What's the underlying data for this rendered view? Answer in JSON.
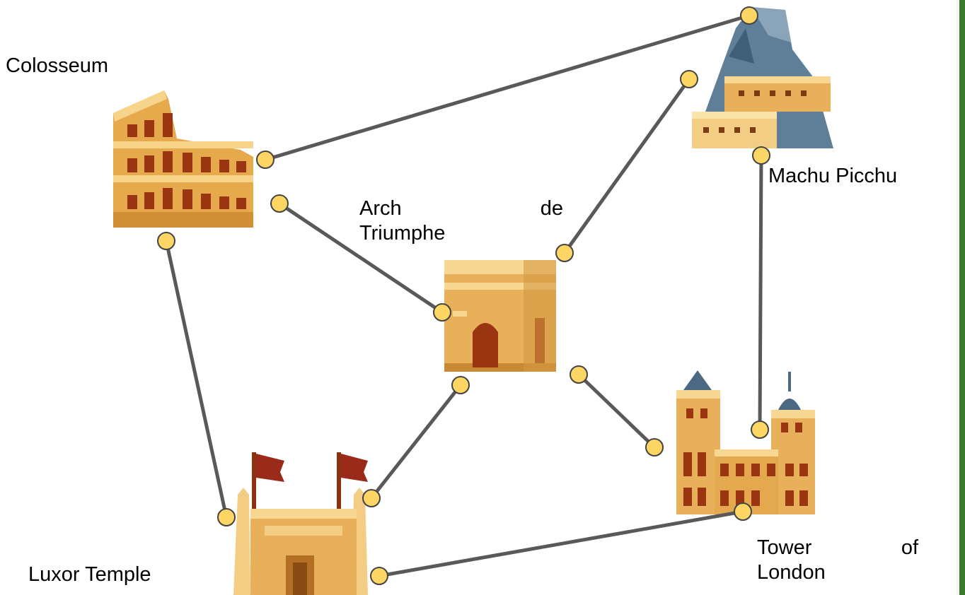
{
  "landmarks": {
    "colosseum": {
      "label": "Colosseum"
    },
    "machu_picchu": {
      "label": "Machu Picchu"
    },
    "arch": {
      "label_line1_a": "Arch",
      "label_line1_b": "de",
      "label_line2": "Triumphe"
    },
    "tower": {
      "label_line1_a": "Tower",
      "label_line1_b": "of",
      "label_line2": "London"
    },
    "luxor": {
      "label": "Luxor Temple"
    }
  },
  "connections": [
    {
      "from": "Colosseum",
      "to": "Machu Picchu"
    },
    {
      "from": "Colosseum",
      "to": "Arch de Triumphe"
    },
    {
      "from": "Colosseum",
      "to": "Luxor Temple"
    },
    {
      "from": "Arch de Triumphe",
      "to": "Machu Picchu"
    },
    {
      "from": "Arch de Triumphe",
      "to": "Luxor Temple"
    },
    {
      "from": "Arch de Triumphe",
      "to": "Tower of London"
    },
    {
      "from": "Machu Picchu",
      "to": "Tower of London"
    },
    {
      "from": "Luxor Temple",
      "to": "Tower of London"
    }
  ],
  "colors": {
    "connector": "#595959",
    "node_fill": "#fdd663",
    "node_stroke": "#444444",
    "accent_rule": "#3a7a2c"
  }
}
